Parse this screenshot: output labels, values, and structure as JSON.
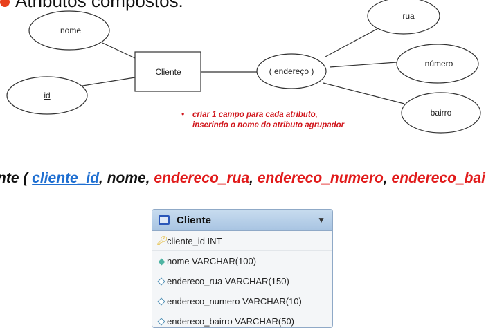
{
  "heading": {
    "text": "Atributos compostos:"
  },
  "er": {
    "entity": "Cliente",
    "attributes": {
      "nome": "nome",
      "id": "id"
    },
    "composite": "( endereço )",
    "sub_attributes": {
      "rua": "rua",
      "numero": "número",
      "bairro": "bairro"
    }
  },
  "note": {
    "bullet": "•",
    "line1": "criar  1 campo para cada atributo,",
    "line2": "inserindo o nome do atributo agrupador"
  },
  "relation": {
    "prefix": "nte ( ",
    "pk": "cliente_id",
    "sep1": ", nome, ",
    "f1": "endereco_rua",
    "sep2": ", ",
    "f2": "endereco_numero",
    "sep3": ", ",
    "f3": "endereco_bai"
  },
  "table": {
    "title": "Cliente",
    "columns": [
      {
        "label": "cliente_id INT",
        "icon": "key-icon"
      },
      {
        "label": "nome VARCHAR(100)",
        "icon": "filled-diamond-icon"
      },
      {
        "label": "endereco_rua VARCHAR(150)",
        "icon": "open-diamond-icon"
      },
      {
        "label": "endereco_numero VARCHAR(10)",
        "icon": "open-diamond-icon"
      },
      {
        "label": "endereco_bairro VARCHAR(50)",
        "icon": "open-diamond-icon"
      }
    ]
  },
  "colors": {
    "accent_red": "#e11b1b",
    "link_blue": "#1f6fd1",
    "bullet_orange": "#e8411d"
  }
}
